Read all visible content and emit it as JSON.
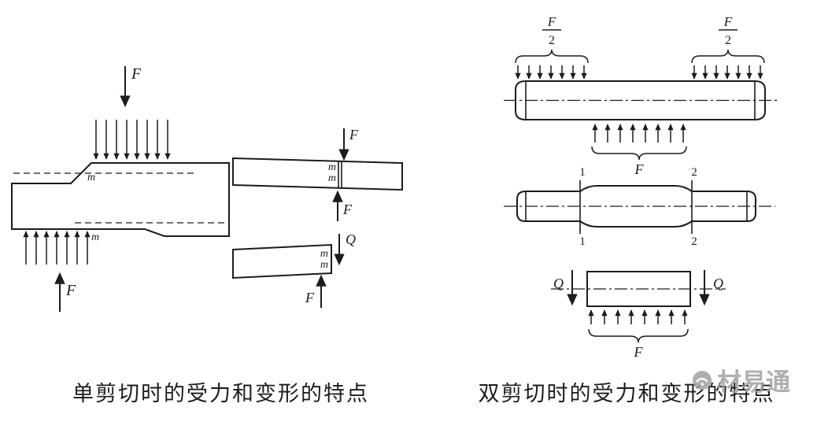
{
  "colors": {
    "background": "#ffffff",
    "ink": "#1c1c1c",
    "watermark": "#a2a2a2"
  },
  "captions": {
    "left": "单剪切时的受力和变形的特点",
    "right": "双剪切时的受力和变形的特点"
  },
  "single_shear": {
    "force_label_top": "F",
    "force_label_bottom": "F",
    "section_label_top": "m",
    "section_label_bottom": "m",
    "cut_piece_a": {
      "m_top": "m",
      "m_bottom": "m",
      "force_top": "F",
      "force_bottom": "F"
    },
    "cut_piece_b": {
      "m_top": "m",
      "m_bottom": "m",
      "shear_force": "Q",
      "force_bottom": "F"
    }
  },
  "double_shear": {
    "rod": {
      "left_load": {
        "numerator": "F",
        "denominator": "2"
      },
      "right_load": {
        "numerator": "F",
        "denominator": "2"
      },
      "middle_load": "F"
    },
    "pin": {
      "section_1_top": "1",
      "section_1_bottom": "1",
      "section_2_top": "2",
      "section_2_bottom": "2"
    },
    "element": {
      "shear_left": "Q",
      "shear_right": "Q",
      "reaction_load": "F"
    }
  },
  "watermark": {
    "text": "材易通"
  }
}
